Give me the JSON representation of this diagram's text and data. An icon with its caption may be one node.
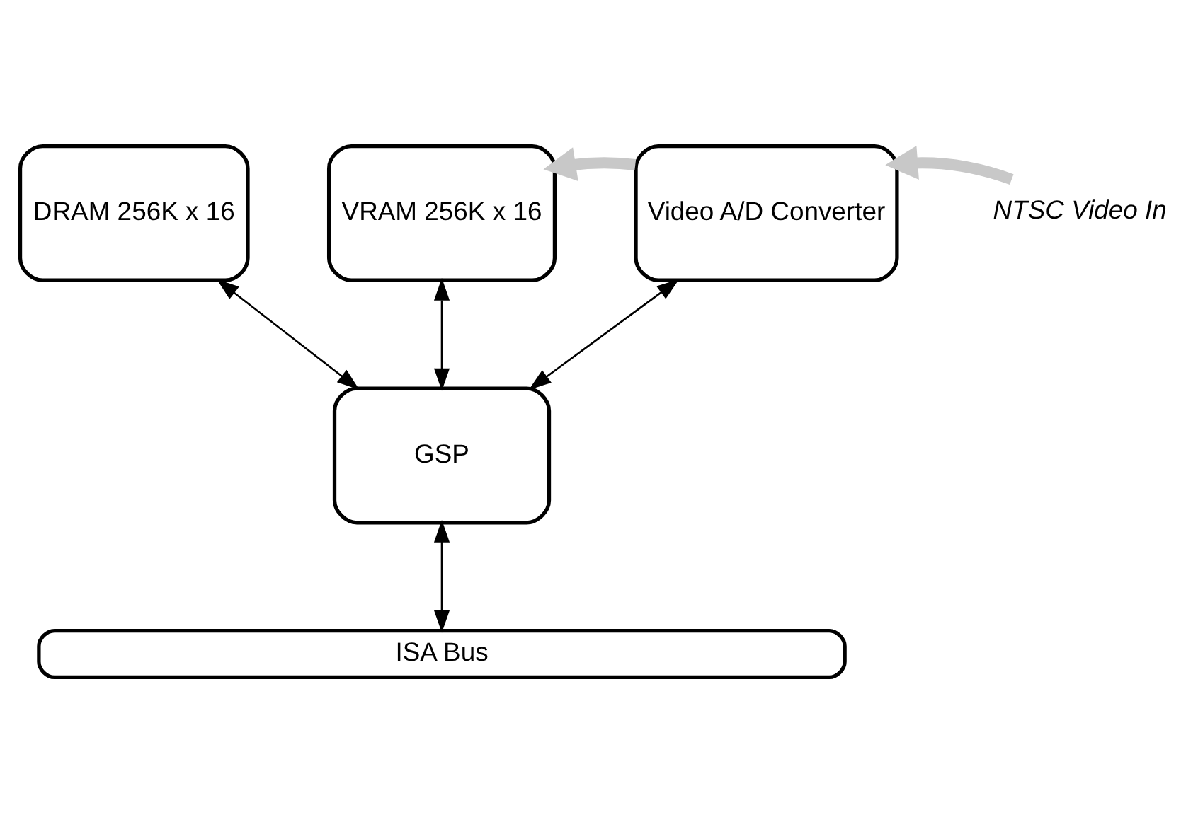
{
  "diagram": {
    "nodes": [
      {
        "text": [
          "DRAM 256K x 16"
        ]
      },
      {
        "text": [
          "VRAM 256K x 16"
        ]
      },
      {
        "text": [
          "Video A/D Converter"
        ]
      },
      {
        "text": [
          "NTSC Video In"
        ]
      },
      {
        "text": [
          "GSP"
        ]
      },
      {
        "text": [
          "ISA Bus"
        ]
      }
    ],
    "edges": [
      {
        "from": 2,
        "to": 1,
        "arrow": "to",
        "style": "thick",
        "color": "#c8c8c8"
      },
      {
        "from": 3,
        "to": 2,
        "arrow": "to",
        "style": "thick",
        "color": "#c8c8c8"
      },
      {
        "from": 4,
        "to": 0,
        "arrow": "both"
      },
      {
        "from": 4,
        "to": 1,
        "arrow": "both"
      },
      {
        "from": 4,
        "to": 2,
        "arrow": "both"
      },
      {
        "from": 4,
        "to": 5,
        "arrow": "both"
      }
    ]
  }
}
